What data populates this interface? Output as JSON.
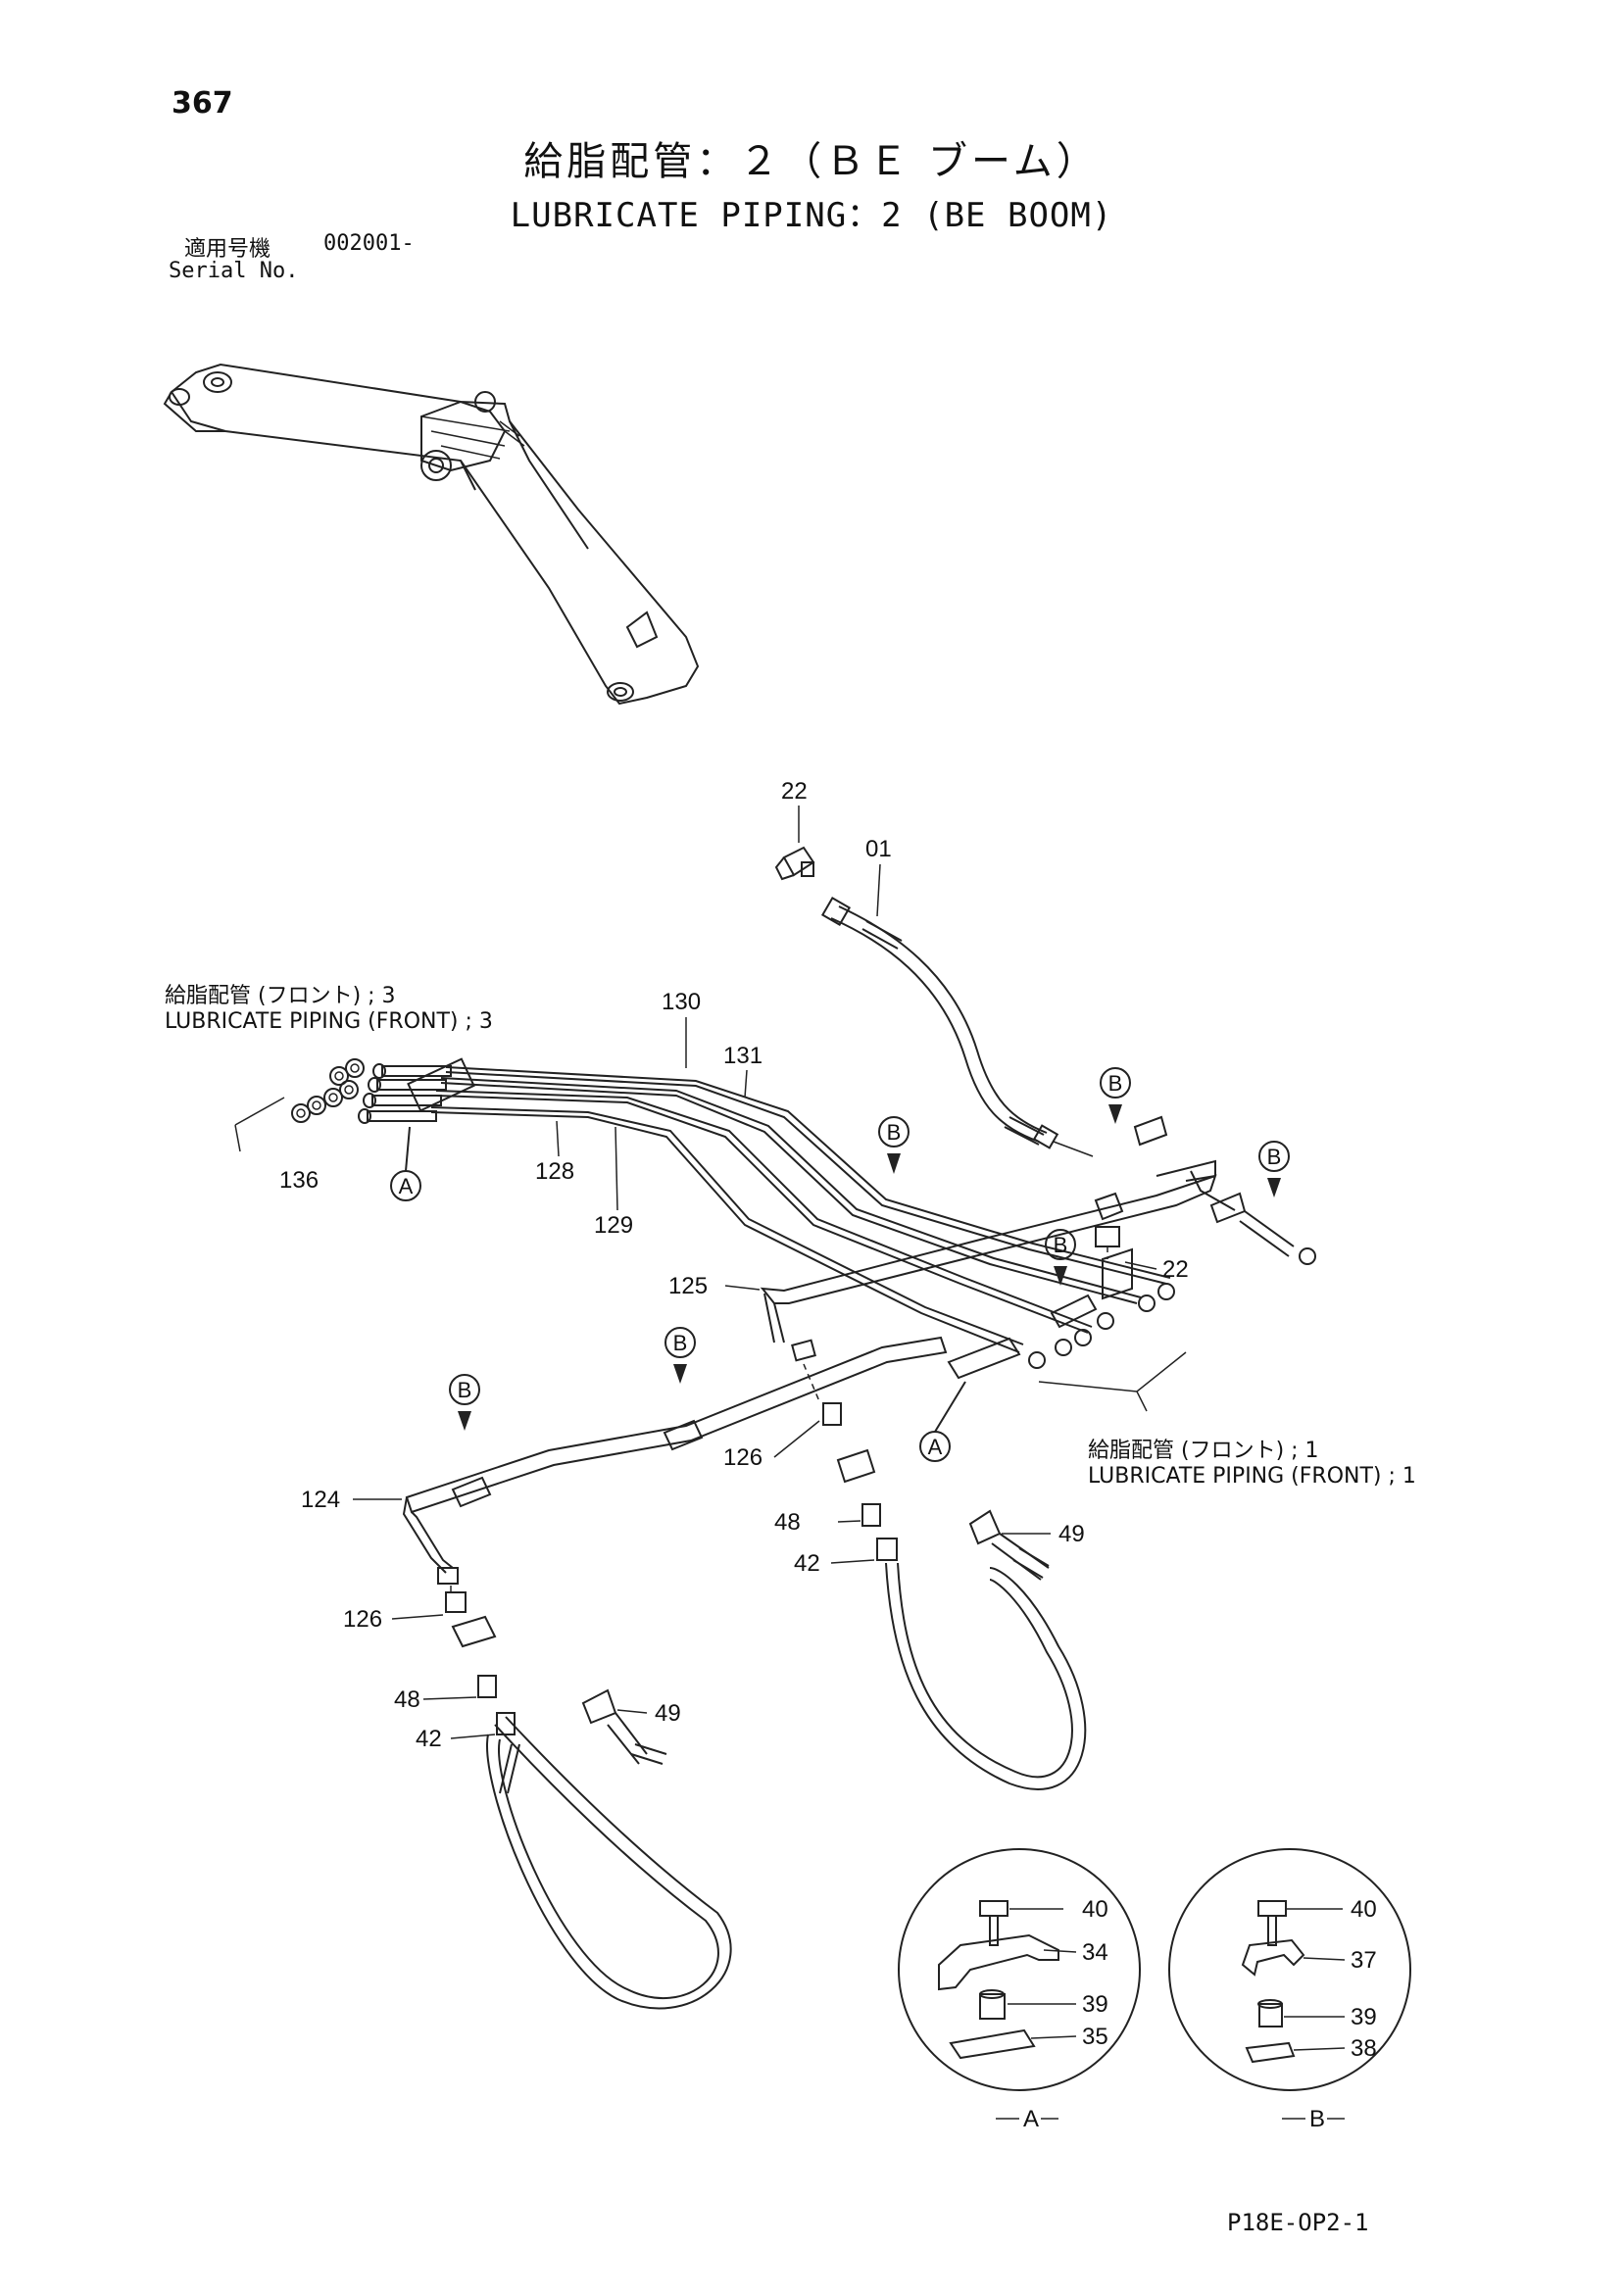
{
  "page_number": "367",
  "title_jp": "給脂配管：２（ＢＥ ブーム）",
  "title_en": "LUBRICATE PIPING：2 (BE BOOM)",
  "serial": {
    "label_jp": "適用号機",
    "code": "002001-",
    "label_en": "Serial No."
  },
  "notes": {
    "front3_jp": "給脂配管 (フロント) ; 3",
    "front3_en": "LUBRICATE PIPING (FRONT) ; 3",
    "front1_jp": "給脂配管 (フロント) ; 1",
    "front1_en": "LUBRICATE PIPING (FRONT) ; 1"
  },
  "callouts": {
    "p22a": "22",
    "p01": "01",
    "p130": "130",
    "p131": "131",
    "p136": "136",
    "p128": "128",
    "p129": "129",
    "p125": "125",
    "p22b": "22",
    "p124": "124",
    "p126a": "126",
    "p126b": "126",
    "p48a": "48",
    "p48b": "48",
    "p42a": "42",
    "p42b": "42",
    "p49a": "49",
    "p49b": "49",
    "d40a": "40",
    "d34": "34",
    "d39a": "39",
    "d35": "35",
    "d40b": "40",
    "d37": "37",
    "d39b": "39",
    "d38": "38"
  },
  "ref_markers": {
    "A": "A",
    "B": "B"
  },
  "detail_views": {
    "view_a": "A",
    "view_b": "B"
  },
  "footer_code": "P18E-OP2-1"
}
